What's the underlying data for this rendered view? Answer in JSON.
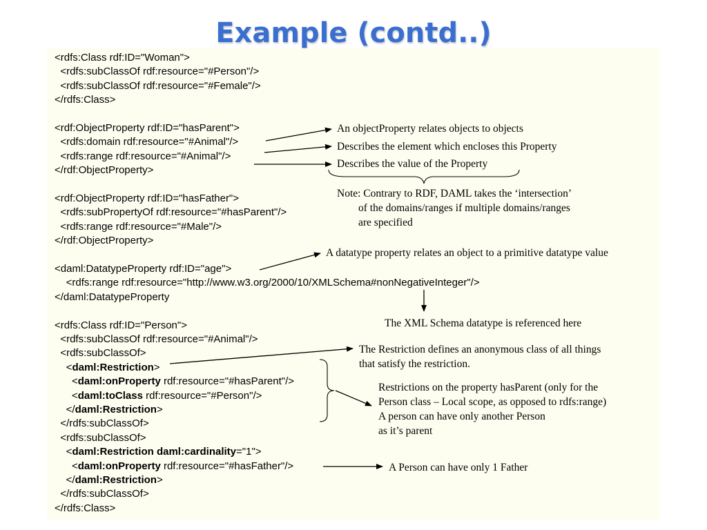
{
  "slide": {
    "title": "Example (contd..)"
  },
  "code_lines": [
    "<rdfs:Class rdf:ID=\"Woman\">",
    "  <rdfs:subClassOf rdf:resource=\"#Person\"/>",
    "  <rdfs:subClassOf rdf:resource=\"#Female\"/>",
    "</rdfs:Class>",
    "",
    "<rdf:ObjectProperty rdf:ID=\"hasParent\">",
    "  <rdfs:domain rdf:resource=\"#Animal\"/>",
    "  <rdfs:range rdf:resource=\"#Animal\"/>",
    "</rdf:ObjectProperty>",
    "",
    "<rdf:ObjectProperty rdf:ID=\"hasFather\">",
    "  <rdfs:subPropertyOf rdf:resource=\"#hasParent\"/>",
    "  <rdfs:range rdf:resource=\"#Male\"/>",
    "</rdf:ObjectProperty>",
    "",
    "<daml:DatatypeProperty rdf:ID=\"age\">",
    "    <rdfs:range rdf:resource=\"http://www.w3.org/2000/10/XMLSchema#nonNegativeInteger\"/>",
    "</daml:DatatypeProperty",
    "",
    "<rdfs:Class rdf:ID=\"Person\">",
    "  <rdfs:subClassOf rdf:resource=\"#Animal\"/>",
    "  <rdfs:subClassOf>",
    "    <daml:Restriction>",
    "      <daml:onProperty rdf:resource=\"#hasParent\"/>",
    "      <daml:toClass rdf:resource=\"#Person\"/>",
    "    </daml:Restriction>",
    "  </rdfs:subClassOf>",
    "  <rdfs:subClassOf>",
    "    <daml:Restriction daml:cardinality=\"1\">",
    "      <daml:onProperty rdf:resource=\"#hasFather\"/>",
    "    </daml:Restriction>",
    "  </rdfs:subClassOf>",
    "</rdfs:Class>"
  ],
  "annotations": {
    "object_property": "An objectProperty relates objects to objects",
    "domain": "Describes the element which encloses this Property",
    "range": "Describes the value of the Property",
    "note": "Note: Contrary to RDF, DAML takes the ‘intersection’\n        of the domains/ranges if multiple domains/ranges\n        are specified",
    "datatype_property": "A datatype property relates an object to a primitive datatype value",
    "xml_schema": "The XML Schema datatype is referenced here",
    "restriction": "The Restriction defines an anonymous class of all things\nthat satisfy the restriction.",
    "restriction_scope": "Restrictions on the property hasParent (only for the\nPerson class – Local scope, as opposed to rdfs:range)\nA person can have only another Person\nas it’s parent",
    "cardinality": "A Person can have only 1 Father"
  }
}
